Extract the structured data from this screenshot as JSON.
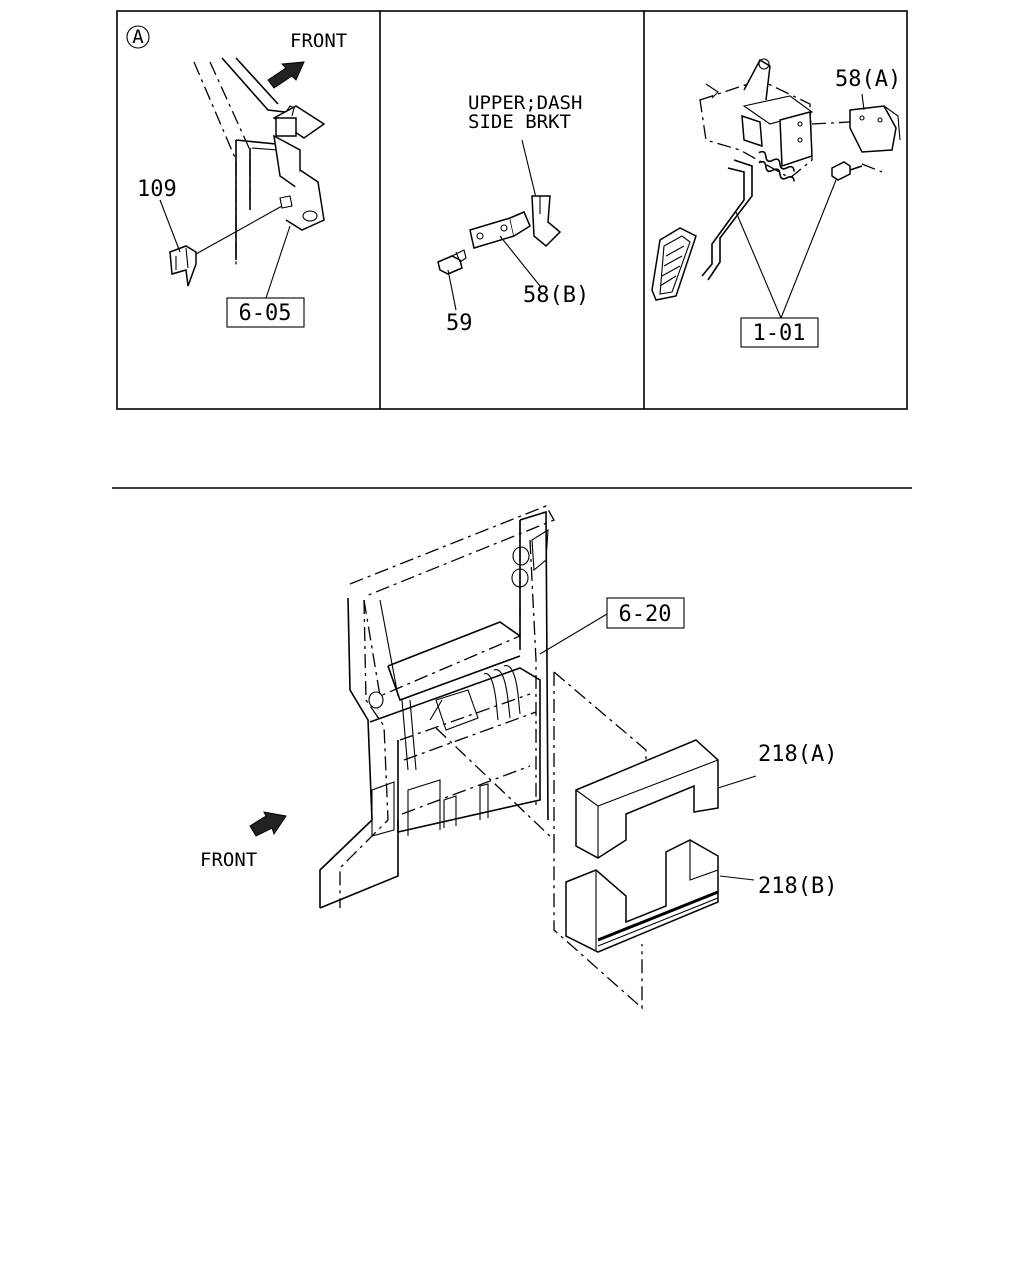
{
  "panel_a": {
    "view_marker": "A",
    "front_label": "FRONT",
    "callouts": {
      "clip": "109",
      "ref_box": "6-05"
    }
  },
  "panel_b": {
    "note_line1": "UPPER;DASH",
    "note_line2": "SIDE BRKT",
    "callouts": {
      "bolt": "59",
      "bracket": "58(B)"
    }
  },
  "panel_c": {
    "callouts": {
      "bracket": "58(A)",
      "ref_box": "1-01"
    }
  },
  "lower": {
    "front_label": "FRONT",
    "callouts": {
      "ref_box": "6-20",
      "insulator_a": "218(A)",
      "insulator_b": "218(B)"
    }
  }
}
